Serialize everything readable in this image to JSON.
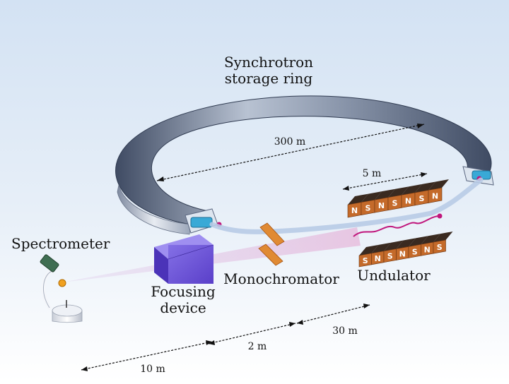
{
  "labels": {
    "ring_title_line1": "Synchrotron",
    "ring_title_line2": "storage ring",
    "spectrometer": "Spectrometer",
    "focusing_line1": "Focusing",
    "focusing_line2": "device",
    "monochromator": "Monochromator",
    "undulator": "Undulator"
  },
  "dimensions": {
    "ring_diameter": "300 m",
    "undulator_length": "5 m",
    "dist_30": "30  m",
    "dist_2": "2  m",
    "dist_10": "10  m"
  },
  "magnets": {
    "top_row": [
      "N",
      "S",
      "N",
      "S",
      "N",
      "S",
      "N"
    ],
    "bottom_row": [
      "S",
      "N",
      "S",
      "N",
      "S",
      "N",
      "S"
    ]
  },
  "colors": {
    "background_top": "#d6e4f3",
    "ring_dark": "#4a5870",
    "ring_light": "#e6ebf2",
    "magnet_orange": "#c46a2a",
    "magnet_dark": "#3a2a20",
    "electron_path": "#c0167c",
    "beam": "#c9a5d8",
    "focusing_box": "#6f56d9",
    "monochromator": "#e0822c",
    "spectrometer": "#3f6e52"
  }
}
